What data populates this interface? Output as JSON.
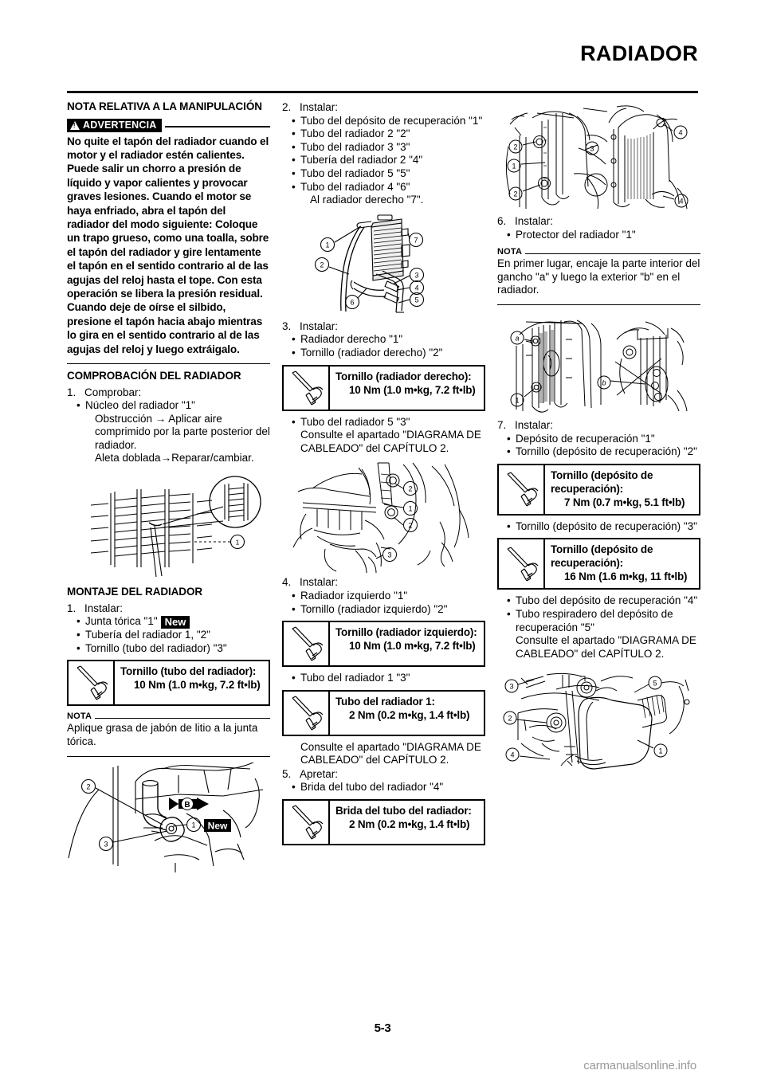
{
  "header": {
    "title": "RADIADOR"
  },
  "footer": {
    "page_number": "5-3",
    "watermark": "carmanualsonline.info"
  },
  "left_column": {
    "handling_note_title": "NOTA RELATIVA A LA MANIPULACIÓN",
    "warning_label": "ADVERTENCIA",
    "warning_text": "No quite el tapón del radiador cuando el motor y el radiador estén calientes. Puede salir un chorro a presión de líquido y vapor calientes y provocar graves lesiones. Cuando el motor se haya enfriado, abra el tapón del radiador del modo siguiente: Coloque un trapo grueso, como una toalla, sobre el tapón del radiador y gire lentamente el tapón en el sentido contrario al de las agujas del reloj hasta el tope. Con esta operación se libera la presión residual. Cuando deje de oírse el silbido, presione el tapón hacia abajo mientras lo gira en el sentido contrario al de las agujas del reloj y luego extráigalo.",
    "check_title": "COMPROBACIÓN DEL RADIADOR",
    "step1_num": "1.",
    "step1_label": "Comprobar:",
    "step1_b1": "Núcleo del radiador \"1\"",
    "step1_b1_l2": "Obstrucción → Aplicar aire comprimido por la parte posterior del radiador.",
    "step1_b1_l3": "Aleta doblada→Reparar/cambiar.",
    "fig1_callout_1": "1",
    "assembly_title": "MONTAJE DEL RADIADOR",
    "step1b_num": "1.",
    "step1b_label": "Instalar:",
    "step1b_b1": "Junta tórica \"1\"",
    "new_tag": "New",
    "step1b_b2": "Tubería del radiador 1, \"2\"",
    "step1b_b3": "Tornillo (tubo del radiador) \"3\"",
    "spec1_name": "Tornillo (tubo del radiador):",
    "spec1_value": "10 Nm (1.0 m•kg, 7.2 ft•lb)",
    "nota_label": "NOTA",
    "nota_text": "Aplique grasa de jabón de litio a la junta tórica.",
    "fig2_callout_1": "1",
    "fig2_callout_2": "2",
    "fig2_callout_3": "3",
    "fig2_letter_b": "B",
    "fig2_new": "New"
  },
  "mid_column": {
    "step2_num": "2.",
    "step2_label": "Instalar:",
    "step2_b1": "Tubo del depósito de recuperación \"1\"",
    "step2_b2": "Tubo del radiador 2 \"2\"",
    "step2_b3": "Tubo del radiador 3 \"3\"",
    "step2_b4": "Tubería del radiador 2 \"4\"",
    "step2_b5": "Tubo del radiador 5 \"5\"",
    "step2_b6": "Tubo del radiador 4 \"6\"",
    "step2_b6_l2": "Al radiador derecho \"7\".",
    "step3_num": "3.",
    "step3_label": "Instalar:",
    "step3_b1": "Radiador derecho \"1\"",
    "step3_b2": "Tornillo (radiador derecho) \"2\"",
    "spec2_name": "Tornillo (radiador derecho):",
    "spec2_value": "10 Nm (1.0 m•kg, 7.2 ft•lb)",
    "step3_b3": "Tubo del radiador 5 \"3\"",
    "step3_b3_l2": "Consulte el apartado \"DIAGRAMA DE CABLEADO\" del CAPÍTULO 2.",
    "step4_num": "4.",
    "step4_label": "Instalar:",
    "step4_b1": "Radiador izquierdo \"1\"",
    "step4_b2": "Tornillo (radiador izquierdo) \"2\"",
    "spec3_name": "Tornillo (radiador izquierdo):",
    "spec3_value": "10 Nm (1.0 m•kg, 7.2 ft•lb)",
    "step4_b3": "Tubo del radiador 1 \"3\"",
    "spec4_name": "Tubo del radiador 1:",
    "spec4_value": "2 Nm (0.2 m•kg, 1.4 ft•lb)",
    "step4_ref": "Consulte el apartado \"DIAGRAMA DE CABLEADO\" del CAPÍTULO 2.",
    "step5_num": "5.",
    "step5_label": "Apretar:",
    "step5_b1": "Brida del tubo del radiador \"4\"",
    "spec5_name": "Brida del tubo del radiador:",
    "spec5_value": "2 Nm (0.2 m•kg, 1.4 ft•lb)"
  },
  "right_column": {
    "step6_num": "6.",
    "step6_label": "Instalar:",
    "step6_b1": "Protector del radiador \"1\"",
    "nota_label": "NOTA",
    "nota_text": "En primer lugar, encaje la parte interior del gancho \"a\" y luego la exterior \"b\" en el radiador.",
    "step7_num": "7.",
    "step7_label": "Instalar:",
    "step7_b1": "Depósito de recuperación \"1\"",
    "step7_b2": "Tornillo (depósito de recuperación) \"2\"",
    "spec6_name": "Tornillo (depósito de recuperación):",
    "spec6_value": "7 Nm (0.7 m•kg, 5.1 ft•lb)",
    "step7_b3": "Tornillo (depósito de recuperación) \"3\"",
    "spec7_name": "Tornillo (depósito de recuperación):",
    "spec7_value": "16 Nm (1.6 m•kg, 11 ft•lb)",
    "step7_b4": "Tubo del depósito de recuperación \"4\"",
    "step7_b5": "Tubo respiradero del depósito de recuperación \"5\"",
    "step7_b5_l2": "Consulte el apartado \"DIAGRAMA DE CABLEADO\" del CAPÍTULO 2."
  },
  "figures": {
    "fig_radiator_core": {
      "callouts": [
        "1"
      ]
    },
    "fig_oring_pipe": {
      "callouts": [
        "1",
        "2",
        "3"
      ],
      "labels": [
        "B",
        "New"
      ]
    },
    "fig_radiator_hoses": {
      "callouts": [
        "1",
        "2",
        "3",
        "4",
        "5",
        "6",
        "7"
      ]
    },
    "fig_right_radiator": {
      "callouts": [
        "1",
        "2",
        "2",
        "3"
      ]
    },
    "fig_left_radiator": {
      "callouts": [
        "1",
        "2",
        "2",
        "3"
      ]
    },
    "fig_guard_pair": {
      "callouts": [
        "1",
        "2",
        "2",
        "3",
        "4",
        "4"
      ]
    },
    "fig_guard_hooks": {
      "callouts": [
        "1",
        "a",
        "b"
      ]
    },
    "fig_reservoir": {
      "callouts": [
        "1",
        "2",
        "3",
        "4",
        "5"
      ]
    }
  }
}
